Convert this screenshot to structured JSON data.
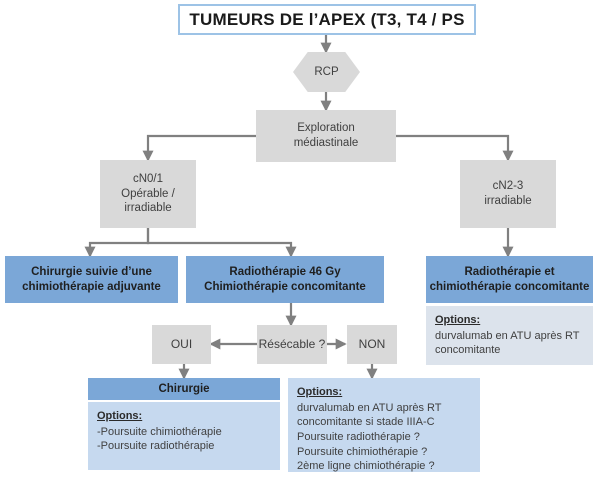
{
  "title": {
    "text": "TUMEURS DE l’APEX (T3, T4 / PS"
  },
  "nodes": {
    "rcp": {
      "label": "RCP"
    },
    "exploration": {
      "line1": "Exploration",
      "line2": "médiastinale"
    },
    "cn01": {
      "line1": "cN0/1",
      "line2": "Opérable /",
      "line3": "irradiable"
    },
    "cn23": {
      "line1": "cN2-3",
      "line2": "irradiable"
    },
    "surgery_adjuvant": {
      "line1": "Chirurgie suivie d’une",
      "line2": "chimiothérapie adjuvante"
    },
    "radio_46gy": {
      "line1": "Radiothérapie 46 Gy",
      "line2": "Chimiothérapie concomitante"
    },
    "radio_chimio": {
      "line1": "Radiothérapie et",
      "line2": "chimiothérapie concomitante"
    },
    "resectable": {
      "label": "Résécable ?"
    },
    "yes": {
      "label": "OUI"
    },
    "no": {
      "label": "NON"
    },
    "chirurgie": {
      "label": "Chirurgie"
    }
  },
  "options": {
    "heading": "Options:",
    "cn23_panel": [
      "durvalumab en ATU après RT",
      "concomitante"
    ],
    "chirurgie_panel": [
      "-Poursuite chimiothérapie",
      "-Poursuite radiothérapie"
    ],
    "non_panel": [
      "durvalumab en ATU après RT",
      "concomitante si stade IIIA-C",
      "Poursuite radiothérapie ?",
      "Poursuite chimiothérapie ?",
      "2ème ligne chimiothérapie ?"
    ]
  },
  "colors": {
    "blue": "#7BA7D7",
    "light_blue": "#C6D9EF",
    "grey": "#D9D9D9",
    "light_grey": "#DCE3EC",
    "title_border": "#9DC3E6",
    "connector": "#808080"
  }
}
